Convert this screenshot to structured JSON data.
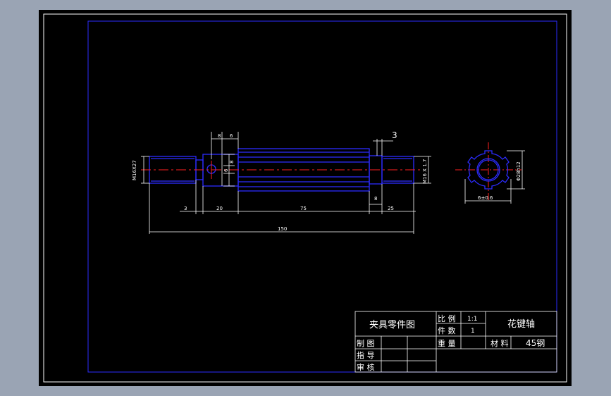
{
  "drawing": {
    "dimensions": {
      "thread_left": "M16X27",
      "thread_right": "M16 X 1.7",
      "dim_3_top": "3",
      "dim_8_top": "8",
      "dim_6_top": "6",
      "dim_6_vert": "6",
      "dim_8_vert": "8",
      "dim_3_bottom": "3",
      "dim_20": "20",
      "dim_75": "75",
      "dim_8_bottom": "8",
      "dim_25": "25",
      "dim_150": "150",
      "section_dia": "Φ28h12",
      "section_width": "6±0.6"
    }
  },
  "title_block": {
    "drawing_name": "夹具零件图",
    "scale_label": "比 例",
    "scale_value": "1:1",
    "qty_label": "件 数",
    "qty_value": "1",
    "part_name": "花键轴",
    "drawn_label": "制 图",
    "weight_label": "重 量",
    "material_label": "材  料",
    "material_value": "45钢",
    "guide_label": "指 导",
    "review_label": "审 核"
  },
  "colors": {
    "background": "#000000",
    "outline": "#2c2cff",
    "centerline": "#ff2020",
    "frame": "#ffffff",
    "screen": "#9aa4b4"
  }
}
